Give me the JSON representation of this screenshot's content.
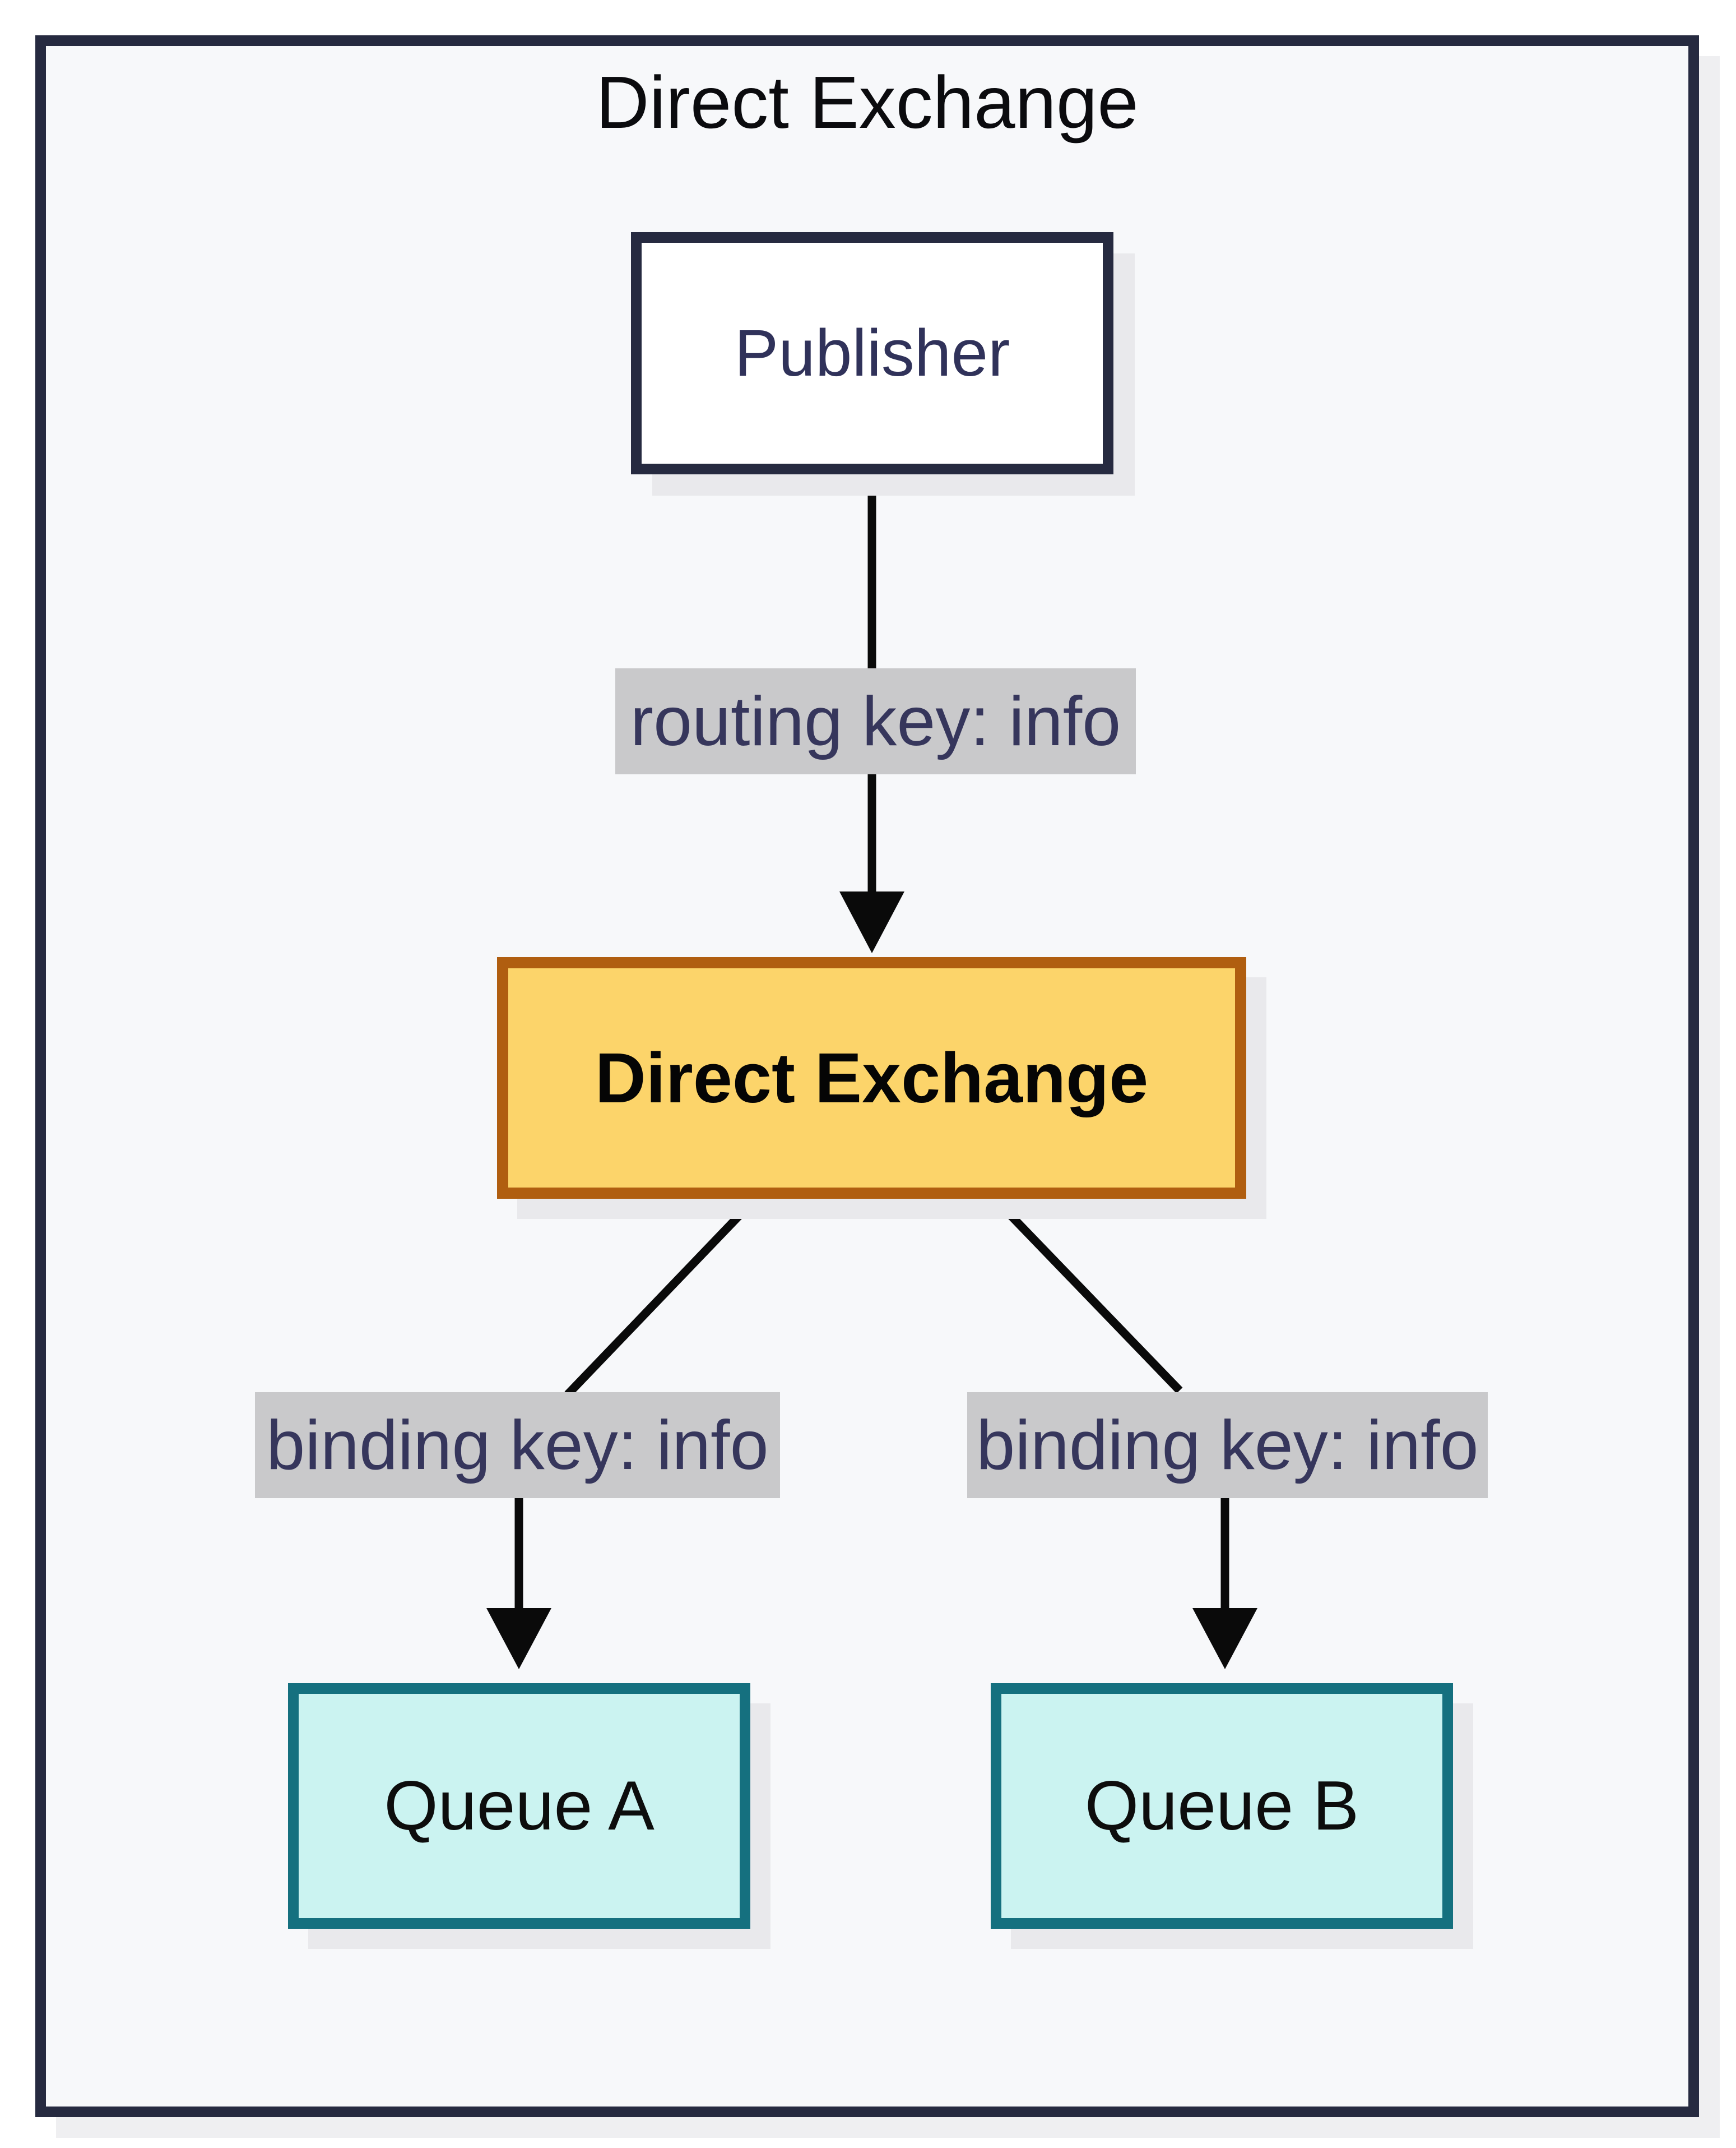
{
  "diagram": {
    "type": "flowchart",
    "title": "Direct Exchange",
    "nodes": [
      {
        "id": "publisher",
        "kind": "producer",
        "label": "Publisher"
      },
      {
        "id": "direct-exchange",
        "kind": "exchange",
        "label": "Direct Exchange"
      },
      {
        "id": "queue-a",
        "kind": "queue",
        "label": "Queue A"
      },
      {
        "id": "queue-b",
        "kind": "queue",
        "label": "Queue B"
      }
    ],
    "edges": [
      {
        "from": "publisher",
        "to": "direct-exchange",
        "label": "routing key: info",
        "arrow": true
      },
      {
        "from": "direct-exchange",
        "to": "queue-a",
        "label": "binding key: info",
        "arrow": true
      },
      {
        "from": "direct-exchange",
        "to": "queue-b",
        "label": "binding key: info",
        "arrow": true
      }
    ],
    "colors": {
      "page_bg": "#ffffff",
      "canvas_bg": "#f7f8fa",
      "frame_border": "#262a40",
      "frame_shadow": "#efeff1",
      "shadow": "#e9e9ec",
      "title_text": "#0b0b0e",
      "publisher_fill": "#ffffff",
      "publisher_border": "#262a40",
      "publisher_text": "#30325a",
      "exchange_fill": "#fcd46a",
      "exchange_border": "#b05e10",
      "exchange_text": "#050505",
      "queue_fill": "#cbf3f1",
      "queue_border": "#15707f",
      "queue_text": "#0d0d0d",
      "label_bg": "#c9c9cb",
      "label_text": "#36365c",
      "line": "#0a0a0a"
    }
  }
}
